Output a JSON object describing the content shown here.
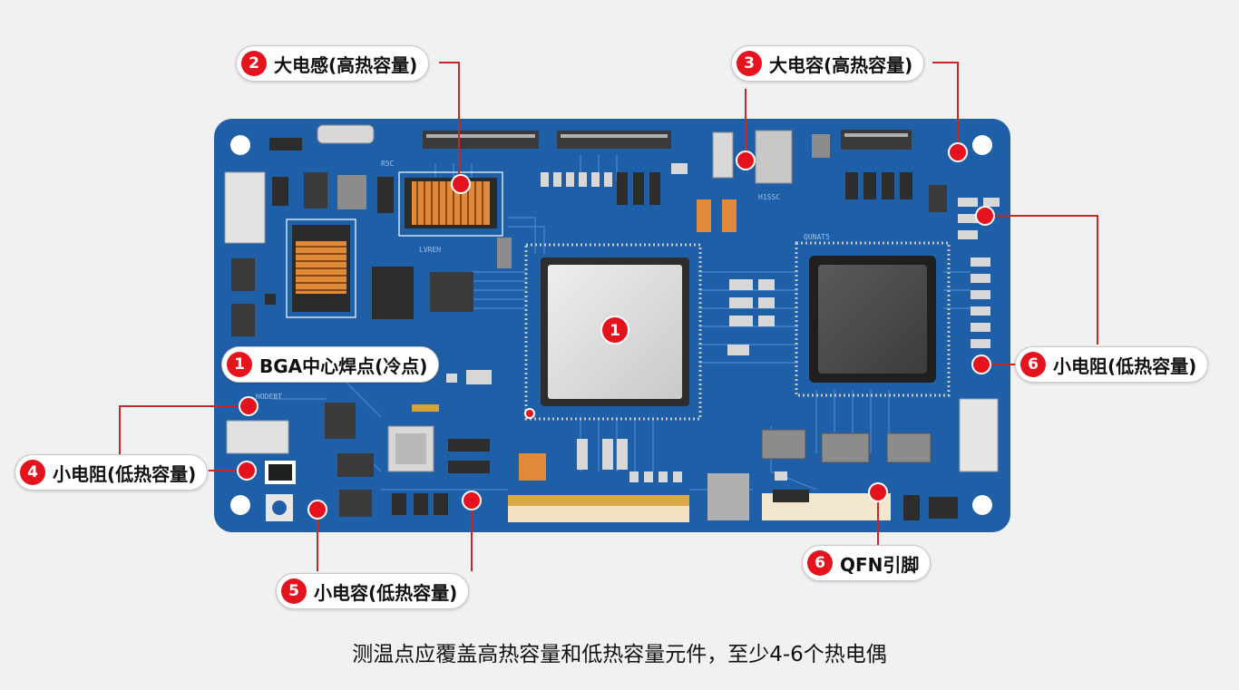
{
  "colors": {
    "background": "#f1f1f1",
    "board": "#1f5fa8",
    "marker_red": "#e5131e",
    "leader_line": "#c62828",
    "inductor_copper": "#e08a3a"
  },
  "board_labels": {
    "s1": "R5C",
    "s2": "LVREH",
    "s3": "H1SSC",
    "s4": "QUNAT5",
    "s5": "HODEBT"
  },
  "markers": {
    "bga": {
      "number": "1"
    }
  },
  "callouts": [
    {
      "id": "bga-center",
      "number": "1",
      "label": "BGA中心焊点(冷点)"
    },
    {
      "id": "large-inductor",
      "number": "2",
      "label": "大电感(高热容量)"
    },
    {
      "id": "large-capacitor",
      "number": "3",
      "label": "大电容(高热容量)"
    },
    {
      "id": "small-resistor-left",
      "number": "4",
      "label": "小电阻(低热容量)"
    },
    {
      "id": "small-capacitor",
      "number": "5",
      "label": "小电容(低热容量)"
    },
    {
      "id": "small-resistor-right",
      "number": "6",
      "label": "小电阻(低热容量)"
    },
    {
      "id": "qfn-pins",
      "number": "6",
      "label": "QFN引脚"
    }
  ],
  "caption": "测温点应覆盖高热容量和低热容量元件，至少4-6个热电偶"
}
